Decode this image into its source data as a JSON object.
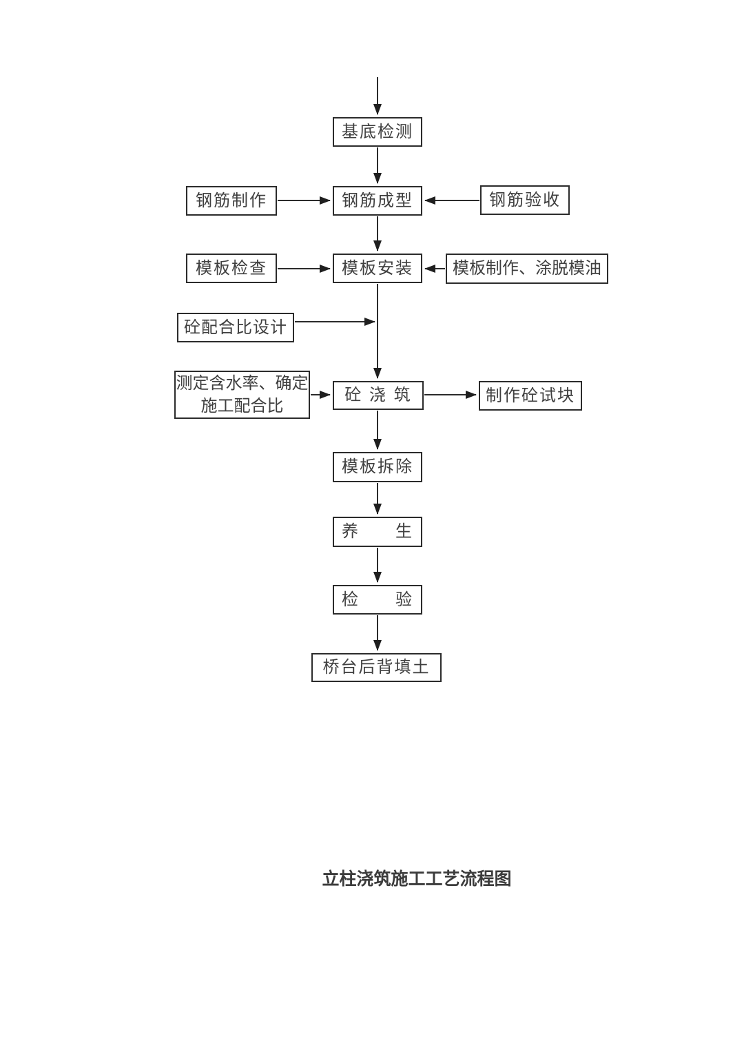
{
  "nodes": {
    "base_inspection": {
      "label": "基底检测"
    },
    "rebar_fabrication": {
      "label": "钢筋制作"
    },
    "rebar_forming": {
      "label": "钢筋成型"
    },
    "rebar_acceptance": {
      "label": "钢筋验收"
    },
    "formwork_inspection": {
      "label": "模板检查"
    },
    "formwork_installation": {
      "label": "模板安装"
    },
    "formwork_fabrication_oiling": {
      "label": "模板制作、涂脱模油"
    },
    "mix_design": {
      "label": "砼配合比设计"
    },
    "moisture_determination": {
      "line1": "测定含水率、确定",
      "line2": "施工配合比"
    },
    "concrete_pouring": {
      "label": "砼 浇 筑"
    },
    "test_block_making": {
      "label": "制作砼试块"
    },
    "formwork_removal": {
      "label": "模板拆除"
    },
    "curing": {
      "label": "养　　生"
    },
    "inspection": {
      "label": "检　　验"
    },
    "abutment_backfill": {
      "label": "桥台后背填土"
    }
  },
  "caption": "立柱浇筑施工工艺流程图",
  "edges": [
    {
      "from": "start",
      "to": "base_inspection"
    },
    {
      "from": "base_inspection",
      "to": "rebar_forming"
    },
    {
      "from": "rebar_fabrication",
      "to": "rebar_forming"
    },
    {
      "from": "rebar_acceptance",
      "to": "rebar_forming"
    },
    {
      "from": "rebar_forming",
      "to": "formwork_installation"
    },
    {
      "from": "formwork_inspection",
      "to": "formwork_installation"
    },
    {
      "from": "formwork_fabrication_oiling",
      "to": "formwork_installation"
    },
    {
      "from": "formwork_installation",
      "to": "concrete_pouring"
    },
    {
      "from": "mix_design",
      "to": "concrete_pouring"
    },
    {
      "from": "moisture_determination",
      "to": "concrete_pouring"
    },
    {
      "from": "concrete_pouring",
      "to": "test_block_making"
    },
    {
      "from": "concrete_pouring",
      "to": "formwork_removal"
    },
    {
      "from": "formwork_removal",
      "to": "curing"
    },
    {
      "from": "curing",
      "to": "inspection"
    },
    {
      "from": "inspection",
      "to": "abutment_backfill"
    }
  ],
  "colors": {
    "line": "#2b2b2b",
    "text": "#3f3f3f",
    "background": "#ffffff"
  }
}
